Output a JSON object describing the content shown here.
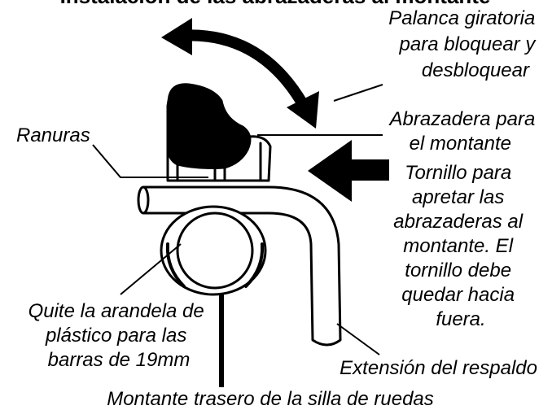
{
  "title": "Instalación de las abrazaderas al montante",
  "labels": {
    "lever": [
      "Palanca giratoria",
      "para bloquear y",
      "desbloquear"
    ],
    "clamp": [
      "Abrazadera para",
      "el montante"
    ],
    "grooves": "Ranuras",
    "screw": [
      "Tornillo para",
      "apretar las",
      "abrazaderas al",
      "montante. El",
      "tornillo debe",
      "quedar hacia",
      "fuera."
    ],
    "washer": [
      "Quite la arandela de",
      "plástico para las",
      "barras de 19mm"
    ],
    "extension": "Extensión del respaldo",
    "post": "Montante trasero de la silla de ruedas"
  }
}
